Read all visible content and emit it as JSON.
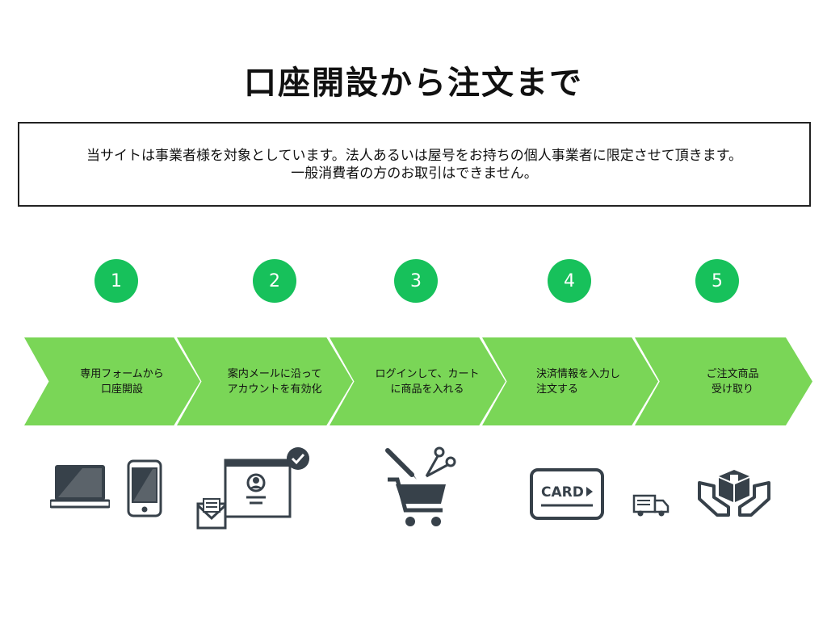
{
  "title": "口座開設から注文まで",
  "notice": {
    "line1": "当サイトは事業者様を対象としています。法人あるいは屋号をお持ちの個人事業者に限定させて頂きます。",
    "line2": "一般消費者の方のお取引はできません。"
  },
  "steps": [
    {
      "number": "1",
      "line1": "専用フォームから",
      "line2": "口座開設"
    },
    {
      "number": "2",
      "line1": "案内メールに沿って",
      "line2": "アカウントを有効化"
    },
    {
      "number": "3",
      "line1": "ログインして、カート",
      "line2": "に商品を入れる"
    },
    {
      "number": "4",
      "line1": "決済情報を入力し",
      "line2": "注文する"
    },
    {
      "number": "5",
      "line1": "ご注文商品",
      "line2": "受け取り"
    }
  ],
  "card_text": "CARD",
  "colors": {
    "accent_circle": "#17c15b",
    "accent_arrow": "#7ad657",
    "icon_dark": "#37414a"
  }
}
